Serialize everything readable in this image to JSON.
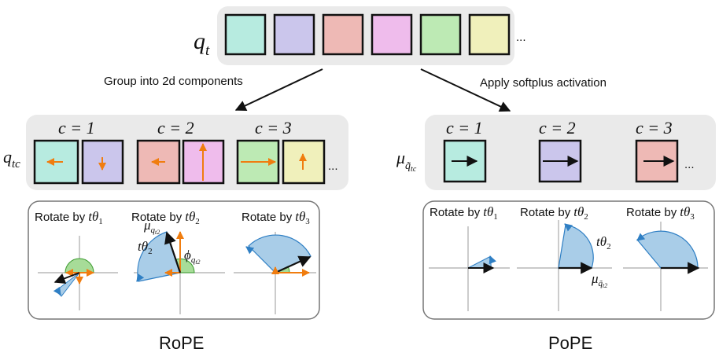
{
  "colors": {
    "teal": "#b7ebe0",
    "lavender": "#cbc6ec",
    "salmon": "#eeb9b5",
    "pink": "#efbcec",
    "green": "#bdeab4",
    "yellow": "#f0f0bb",
    "panel_gray": "#eaeaea",
    "orange": "#f07d0f",
    "blue_sector": "#a9cde8",
    "blue_stroke": "#2f7fc4",
    "green_sector": "#a7dc98"
  },
  "top": {
    "label_main": "q",
    "label_sub": "t",
    "ellipsis": "..."
  },
  "arrows": {
    "left_text": "Group into 2d components",
    "right_text": "Apply softplus activation"
  },
  "rope": {
    "label_main": "q",
    "label_sub": "tc",
    "c1": "c = 1",
    "c2": "c = 2",
    "c3": "c = 3",
    "ellipsis": "...",
    "rot1_prefix": "Rotate by",
    "rot1_sub": "1",
    "rot2_prefix": "Rotate by",
    "rot2_sub": "2",
    "rot3_prefix": "Rotate by",
    "rot3_sub": "3",
    "theta_var": "tθ",
    "theta2_sub": "2",
    "mu_main": "μ",
    "mu_sub": "q",
    "mu_subsub": "t2",
    "phi_main": "ϕ",
    "phi_sub": "q",
    "phi_subsub": "t2",
    "caption": "RoPE"
  },
  "pope": {
    "label_main": "μ",
    "label_sub": "q̃",
    "label_subsub": "tc",
    "c1": "c = 1",
    "c2": "c = 2",
    "c3": "c = 3",
    "ellipsis": "...",
    "rot1_prefix": "Rotate by",
    "rot1_sub": "1",
    "rot2_prefix": "Rotate by",
    "rot2_sub": "2",
    "rot3_prefix": "Rotate by",
    "rot3_sub": "3",
    "theta_var": "tθ",
    "theta2_sub": "2",
    "mu_main": "μ",
    "mu_sub": "q̃",
    "mu_subsub": "t2",
    "caption": "PoPE"
  }
}
